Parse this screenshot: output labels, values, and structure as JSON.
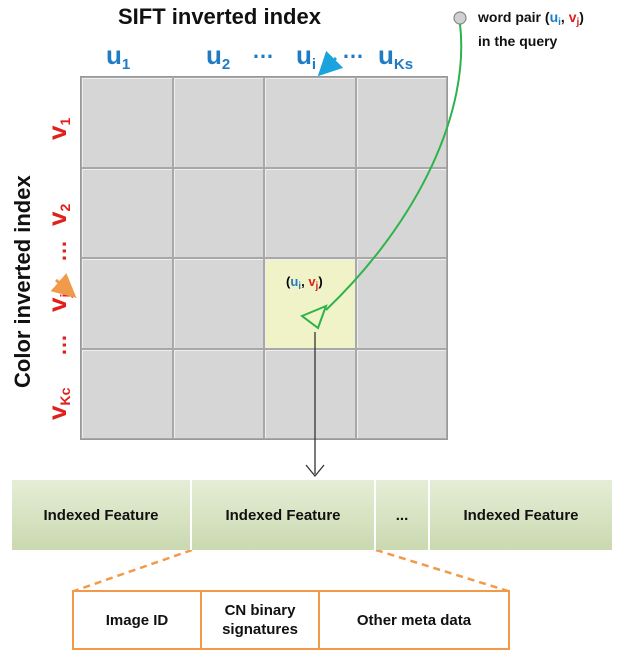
{
  "diagram": {
    "sift_title": "SIFT inverted index",
    "color_title": "Color inverted index",
    "u_labels": [
      {
        "base": "u",
        "sub": "1"
      },
      {
        "base": "u",
        "sub": "2"
      },
      {
        "base": "u",
        "sub": "i"
      },
      {
        "base": "u",
        "sub": "Ks"
      }
    ],
    "u_dots": "…",
    "v_labels": [
      {
        "base": "v",
        "sub": "1"
      },
      {
        "base": "v",
        "sub": "2"
      },
      {
        "base": "v",
        "sub": "j"
      },
      {
        "base": "v",
        "sub": "Kc"
      }
    ],
    "v_dots": "…",
    "legend": {
      "text_before": "word pair (",
      "u": "u",
      "u_sub": "i",
      "comma": ", ",
      "v": "v",
      "v_sub": "j",
      "text_after": ")",
      "line2": "in the query"
    },
    "cell_label": {
      "open": "(",
      "u": "u",
      "u_sub": "i",
      "comma": ", ",
      "v": "v",
      "v_sub": "j",
      "close": ")"
    },
    "features": [
      "Indexed Feature",
      "Indexed Feature",
      "...",
      "Indexed Feature"
    ],
    "meta": [
      {
        "line1": "Image ID",
        "line2": ""
      },
      {
        "line1": "CN binary",
        "line2": "signatures"
      },
      {
        "line1": "Other meta data",
        "line2": ""
      }
    ],
    "colors": {
      "u_blue": "#1f7bc4",
      "v_red": "#e0201b",
      "curve_green": "#2db34a",
      "arrow_orange": "#f19a4a",
      "cell_highlight": "#f0f2c8",
      "feature_green": "#cfdcb8"
    }
  }
}
